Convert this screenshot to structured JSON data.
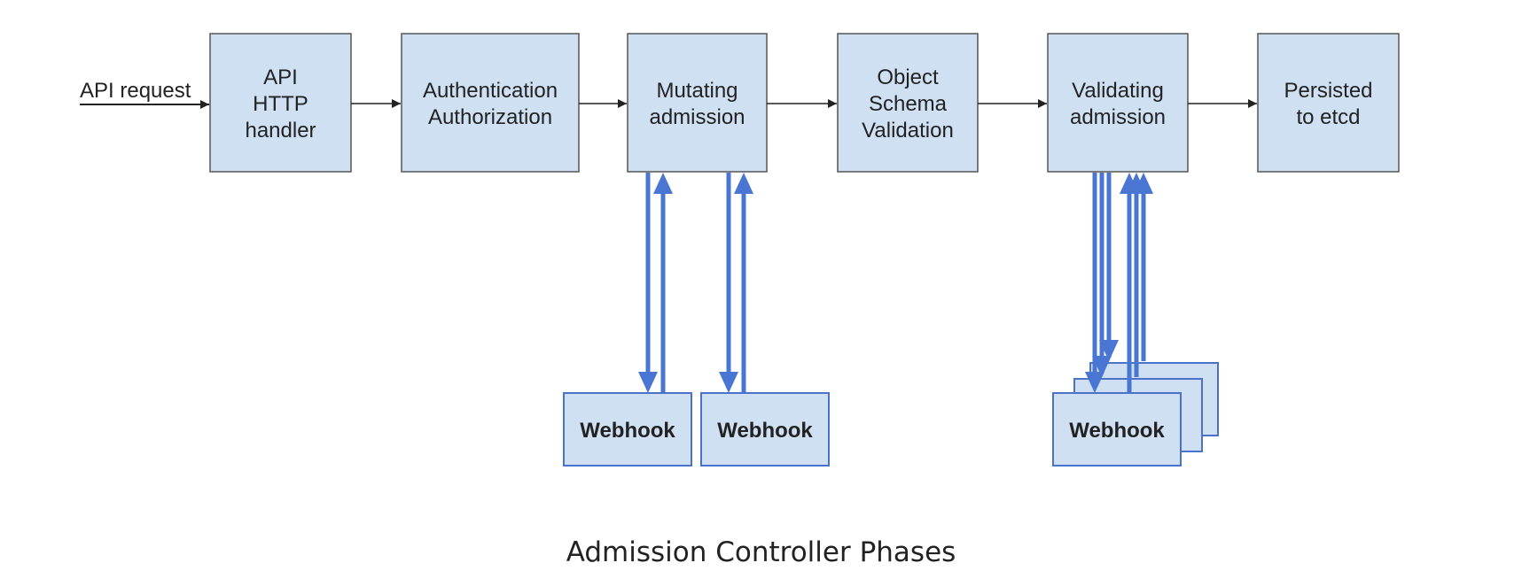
{
  "diagram": {
    "caption": "Admission Controller Phases",
    "input_label": "API request",
    "stages": [
      {
        "id": "api",
        "lines": [
          "API",
          "HTTP",
          "handler"
        ]
      },
      {
        "id": "auth",
        "lines": [
          "Authentication",
          "Authorization"
        ]
      },
      {
        "id": "mutating",
        "lines": [
          "Mutating",
          "admission"
        ]
      },
      {
        "id": "schema",
        "lines": [
          "Object",
          "Schema",
          "Validation"
        ]
      },
      {
        "id": "validating",
        "lines": [
          "Validating",
          "admission"
        ]
      },
      {
        "id": "persist",
        "lines": [
          "Persisted",
          "to etcd"
        ]
      }
    ],
    "webhooks": [
      {
        "id": "mutating-webhook-1",
        "label": "Webhook"
      },
      {
        "id": "mutating-webhook-2",
        "label": "Webhook"
      },
      {
        "id": "validating-webhook",
        "label": "Webhook"
      }
    ]
  },
  "colors": {
    "box_fill": "#cfe0f3",
    "box_stroke": "#555555",
    "webhook_stroke": "#4a72c8",
    "webhook_arrow": "#4a76d3",
    "flow_arrow": "#222222",
    "text": "#222222"
  }
}
